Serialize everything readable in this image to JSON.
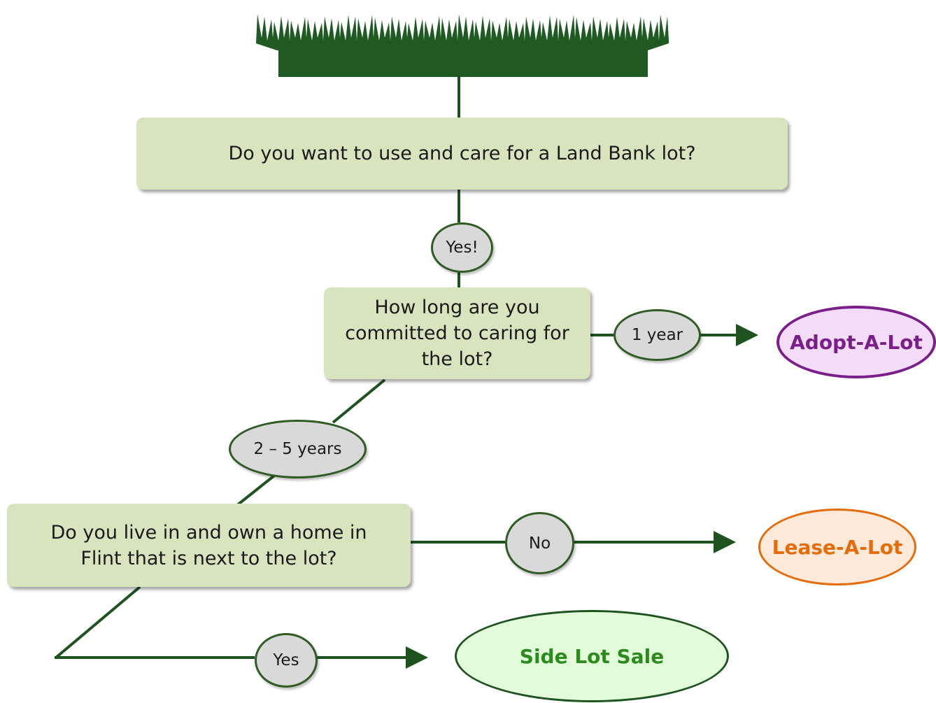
{
  "colors": {
    "line": "#1e5320",
    "question_fill": "#d7e4bd",
    "label_fill": "#d9d9d9",
    "grass": "#1f5a22",
    "adopt_text": "#7a1f8a",
    "adopt_fill": "#f2dcf7",
    "lease_text": "#e46c0a",
    "lease_fill": "#fde9d9",
    "side_text": "#2c8a1f",
    "side_fill": "#e2fbd9"
  },
  "questions": {
    "q1": "Do you want to use and care for a Land Bank lot?",
    "q2": "How long are you\ncommitted to caring for\nthe lot?",
    "q3": "Do you live in and own a home in\nFlint that is next to the lot?"
  },
  "labels": {
    "yes_exclaim": "Yes!",
    "one_year": "1 year",
    "two_five_years": "2 – 5 years",
    "no": "No",
    "yes": "Yes"
  },
  "outcomes": {
    "adopt": "Adopt-A-Lot",
    "lease": "Lease-A-Lot",
    "side": "Side Lot Sale"
  }
}
